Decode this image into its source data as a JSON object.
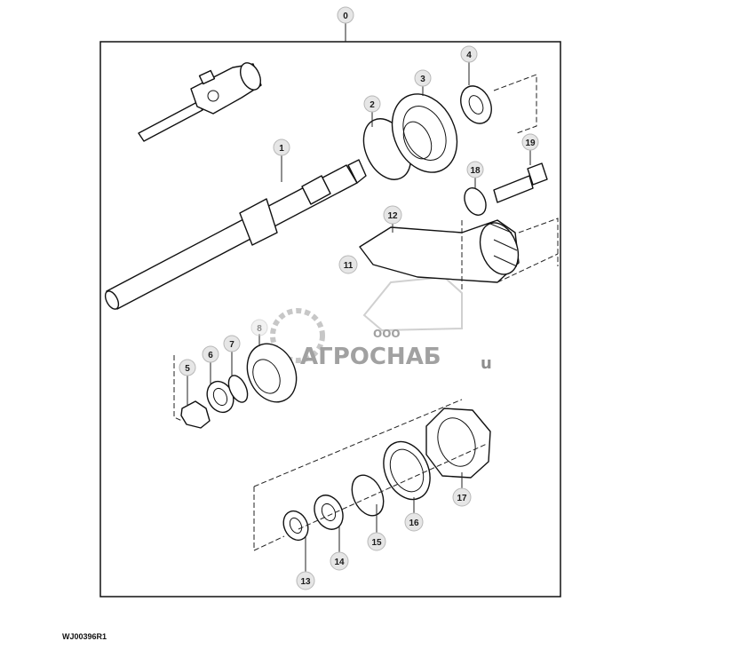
{
  "callouts": [
    "0",
    "1",
    "2",
    "3",
    "4",
    "5",
    "6",
    "7",
    "8",
    "12",
    "11",
    "13",
    "14",
    "15",
    "16",
    "17",
    "18",
    "19"
  ],
  "watermark": {
    "prefix": "ООО",
    "name": "АГРОСНАБ",
    "suffix": "u"
  },
  "figure_code": "WJ00396R1"
}
